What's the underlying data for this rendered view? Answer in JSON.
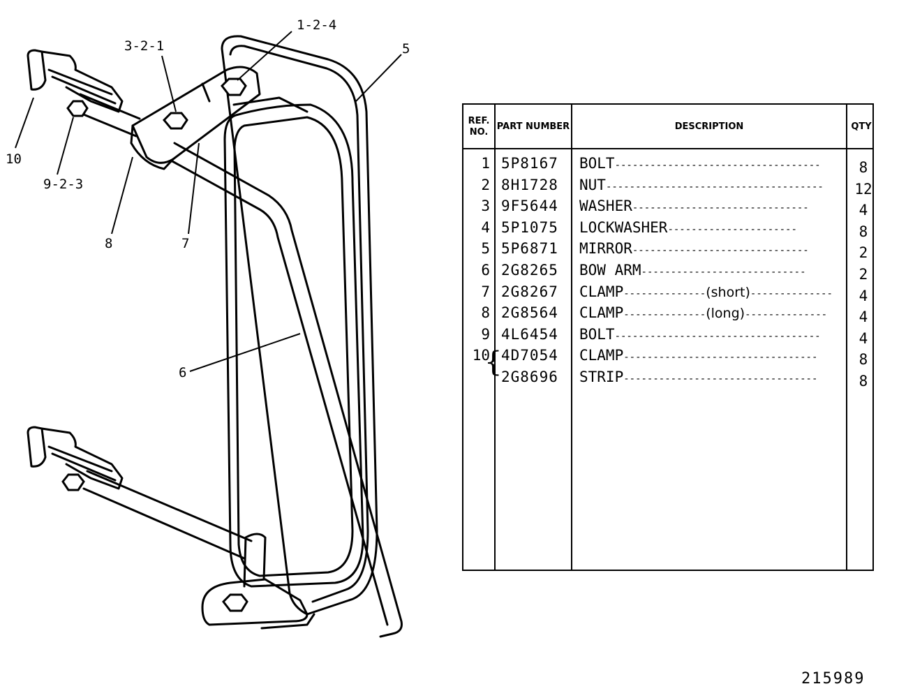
{
  "callouts": {
    "c_1_2_4": "1-2-4",
    "c_3_2_1": "3-2-1",
    "c_5": "5",
    "c_10": "10",
    "c_9_2_3": "9-2-3",
    "c_8": "8",
    "c_7": "7",
    "c_6": "6"
  },
  "table": {
    "headers": {
      "ref": "REF. NO.",
      "part_number": "PART NUMBER",
      "description": "DESCRIPTION",
      "qty": "QTY"
    },
    "rows": [
      {
        "ref": "1",
        "part": "5P8167",
        "desc": "BOLT",
        "note": "",
        "qty": "8"
      },
      {
        "ref": "2",
        "part": "8H1728",
        "desc": "NUT",
        "note": "",
        "qty": "12"
      },
      {
        "ref": "3",
        "part": "9F5644",
        "desc": "WASHER",
        "note": "",
        "qty": "4"
      },
      {
        "ref": "4",
        "part": "5P1075",
        "desc": "LOCKWASHER",
        "note": "",
        "qty": "8"
      },
      {
        "ref": "5",
        "part": "5P6871",
        "desc": "MIRROR",
        "note": "",
        "qty": "2"
      },
      {
        "ref": "6",
        "part": "2G8265",
        "desc": "BOW ARM",
        "note": "",
        "qty": "2"
      },
      {
        "ref": "7",
        "part": "2G8267",
        "desc": "CLAMP",
        "note": "(short)",
        "qty": "4"
      },
      {
        "ref": "8",
        "part": "2G8564",
        "desc": "CLAMP",
        "note": "(long)",
        "qty": "4"
      },
      {
        "ref": "9",
        "part": "4L6454",
        "desc": "BOLT",
        "note": "",
        "qty": "4"
      },
      {
        "ref": "10",
        "part": "4D7054",
        "desc": "CLAMP",
        "note": "",
        "qty": "8"
      },
      {
        "ref": "",
        "part": "2G8696",
        "desc": "STRIP",
        "note": "",
        "qty": "8"
      }
    ]
  },
  "drawing_number": "215989"
}
